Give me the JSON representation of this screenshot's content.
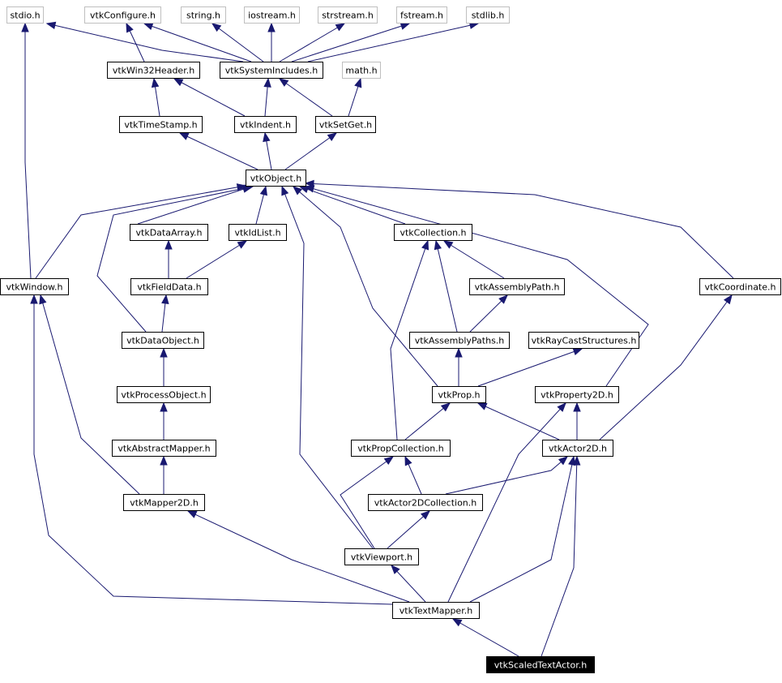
{
  "graph": {
    "nodes": [
      {
        "id": "stdio",
        "label": "stdio.h",
        "kind": "external"
      },
      {
        "id": "vtkConfigure",
        "label": "vtkConfigure.h",
        "kind": "external"
      },
      {
        "id": "string",
        "label": "string.h",
        "kind": "external"
      },
      {
        "id": "iostream",
        "label": "iostream.h",
        "kind": "external"
      },
      {
        "id": "strstream",
        "label": "strstream.h",
        "kind": "external"
      },
      {
        "id": "fstream",
        "label": "fstream.h",
        "kind": "external"
      },
      {
        "id": "stdlib",
        "label": "stdlib.h",
        "kind": "external"
      },
      {
        "id": "vtkWin32Header",
        "label": "vtkWin32Header.h",
        "kind": "header"
      },
      {
        "id": "vtkSystemIncludes",
        "label": "vtkSystemIncludes.h",
        "kind": "header"
      },
      {
        "id": "math",
        "label": "math.h",
        "kind": "external"
      },
      {
        "id": "vtkTimeStamp",
        "label": "vtkTimeStamp.h",
        "kind": "header"
      },
      {
        "id": "vtkIndent",
        "label": "vtkIndent.h",
        "kind": "header"
      },
      {
        "id": "vtkSetGet",
        "label": "vtkSetGet.h",
        "kind": "header"
      },
      {
        "id": "vtkObject",
        "label": "vtkObject.h",
        "kind": "header"
      },
      {
        "id": "vtkDataArray",
        "label": "vtkDataArray.h",
        "kind": "header"
      },
      {
        "id": "vtkIdList",
        "label": "vtkIdList.h",
        "kind": "header"
      },
      {
        "id": "vtkCollection",
        "label": "vtkCollection.h",
        "kind": "header"
      },
      {
        "id": "vtkWindow",
        "label": "vtkWindow.h",
        "kind": "header"
      },
      {
        "id": "vtkFieldData",
        "label": "vtkFieldData.h",
        "kind": "header"
      },
      {
        "id": "vtkAssemblyPath",
        "label": "vtkAssemblyPath.h",
        "kind": "header"
      },
      {
        "id": "vtkCoordinate",
        "label": "vtkCoordinate.h",
        "kind": "header"
      },
      {
        "id": "vtkDataObject",
        "label": "vtkDataObject.h",
        "kind": "header"
      },
      {
        "id": "vtkAssemblyPaths",
        "label": "vtkAssemblyPaths.h",
        "kind": "header"
      },
      {
        "id": "vtkRayCastStructures",
        "label": "vtkRayCastStructures.h",
        "kind": "header"
      },
      {
        "id": "vtkProcessObject",
        "label": "vtkProcessObject.h",
        "kind": "header"
      },
      {
        "id": "vtkProp",
        "label": "vtkProp.h",
        "kind": "header"
      },
      {
        "id": "vtkProperty2D",
        "label": "vtkProperty2D.h",
        "kind": "header"
      },
      {
        "id": "vtkAbstractMapper",
        "label": "vtkAbstractMapper.h",
        "kind": "header"
      },
      {
        "id": "vtkPropCollection",
        "label": "vtkPropCollection.h",
        "kind": "header"
      },
      {
        "id": "vtkActor2D",
        "label": "vtkActor2D.h",
        "kind": "header"
      },
      {
        "id": "vtkMapper2D",
        "label": "vtkMapper2D.h",
        "kind": "header"
      },
      {
        "id": "vtkActor2DCollection",
        "label": "vtkActor2DCollection.h",
        "kind": "header"
      },
      {
        "id": "vtkViewport",
        "label": "vtkViewport.h",
        "kind": "header"
      },
      {
        "id": "vtkTextMapper",
        "label": "vtkTextMapper.h",
        "kind": "header"
      },
      {
        "id": "vtkScaledTextActor",
        "label": "vtkScaledTextActor.h",
        "kind": "main"
      }
    ],
    "edges": [
      {
        "from": "vtkWindow",
        "to": "stdio"
      },
      {
        "from": "vtkSystemIncludes",
        "to": "stdio"
      },
      {
        "from": "vtkWin32Header",
        "to": "vtkConfigure"
      },
      {
        "from": "vtkSystemIncludes",
        "to": "vtkConfigure"
      },
      {
        "from": "vtkSystemIncludes",
        "to": "string"
      },
      {
        "from": "vtkSystemIncludes",
        "to": "iostream"
      },
      {
        "from": "vtkSystemIncludes",
        "to": "strstream"
      },
      {
        "from": "vtkSystemIncludes",
        "to": "fstream"
      },
      {
        "from": "vtkSystemIncludes",
        "to": "stdlib"
      },
      {
        "from": "vtkTimeStamp",
        "to": "vtkWin32Header"
      },
      {
        "from": "vtkIndent",
        "to": "vtkWin32Header"
      },
      {
        "from": "vtkIndent",
        "to": "vtkSystemIncludes"
      },
      {
        "from": "vtkSetGet",
        "to": "vtkSystemIncludes"
      },
      {
        "from": "vtkSetGet",
        "to": "math"
      },
      {
        "from": "vtkObject",
        "to": "vtkTimeStamp"
      },
      {
        "from": "vtkObject",
        "to": "vtkIndent"
      },
      {
        "from": "vtkObject",
        "to": "vtkSetGet"
      },
      {
        "from": "vtkWindow",
        "to": "vtkObject"
      },
      {
        "from": "vtkDataArray",
        "to": "vtkObject"
      },
      {
        "from": "vtkIdList",
        "to": "vtkObject"
      },
      {
        "from": "vtkDataObject",
        "to": "vtkObject"
      },
      {
        "from": "vtkCollection",
        "to": "vtkObject"
      },
      {
        "from": "vtkViewport",
        "to": "vtkObject"
      },
      {
        "from": "vtkProp",
        "to": "vtkObject"
      },
      {
        "from": "vtkProperty2D",
        "to": "vtkObject"
      },
      {
        "from": "vtkCoordinate",
        "to": "vtkObject"
      },
      {
        "from": "vtkFieldData",
        "to": "vtkDataArray"
      },
      {
        "from": "vtkFieldData",
        "to": "vtkIdList"
      },
      {
        "from": "vtkDataObject",
        "to": "vtkFieldData"
      },
      {
        "from": "vtkAssemblyPath",
        "to": "vtkCollection"
      },
      {
        "from": "vtkAssemblyPaths",
        "to": "vtkCollection"
      },
      {
        "from": "vtkPropCollection",
        "to": "vtkCollection"
      },
      {
        "from": "vtkAssemblyPaths",
        "to": "vtkAssemblyPath"
      },
      {
        "from": "vtkProcessObject",
        "to": "vtkDataObject"
      },
      {
        "from": "vtkProp",
        "to": "vtkAssemblyPaths"
      },
      {
        "from": "vtkProp",
        "to": "vtkRayCastStructures"
      },
      {
        "from": "vtkAbstractMapper",
        "to": "vtkProcessObject"
      },
      {
        "from": "vtkPropCollection",
        "to": "vtkProp"
      },
      {
        "from": "vtkActor2D",
        "to": "vtkProp"
      },
      {
        "from": "vtkActor2D",
        "to": "vtkProperty2D"
      },
      {
        "from": "vtkActor2D",
        "to": "vtkCoordinate"
      },
      {
        "from": "vtkMapper2D",
        "to": "vtkAbstractMapper"
      },
      {
        "from": "vtkActor2DCollection",
        "to": "vtkPropCollection"
      },
      {
        "from": "vtkActor2DCollection",
        "to": "vtkActor2D"
      },
      {
        "from": "vtkViewport",
        "to": "vtkPropCollection"
      },
      {
        "from": "vtkViewport",
        "to": "vtkActor2DCollection"
      },
      {
        "from": "vtkTextMapper",
        "to": "vtkWindow"
      },
      {
        "from": "vtkMapper2D",
        "to": "vtkWindow"
      },
      {
        "from": "vtkTextMapper",
        "to": "vtkMapper2D"
      },
      {
        "from": "vtkTextMapper",
        "to": "vtkViewport"
      },
      {
        "from": "vtkTextMapper",
        "to": "vtkProperty2D"
      },
      {
        "from": "vtkTextMapper",
        "to": "vtkActor2D"
      },
      {
        "from": "vtkScaledTextActor",
        "to": "vtkTextMapper"
      },
      {
        "from": "vtkScaledTextActor",
        "to": "vtkActor2D"
      }
    ]
  }
}
